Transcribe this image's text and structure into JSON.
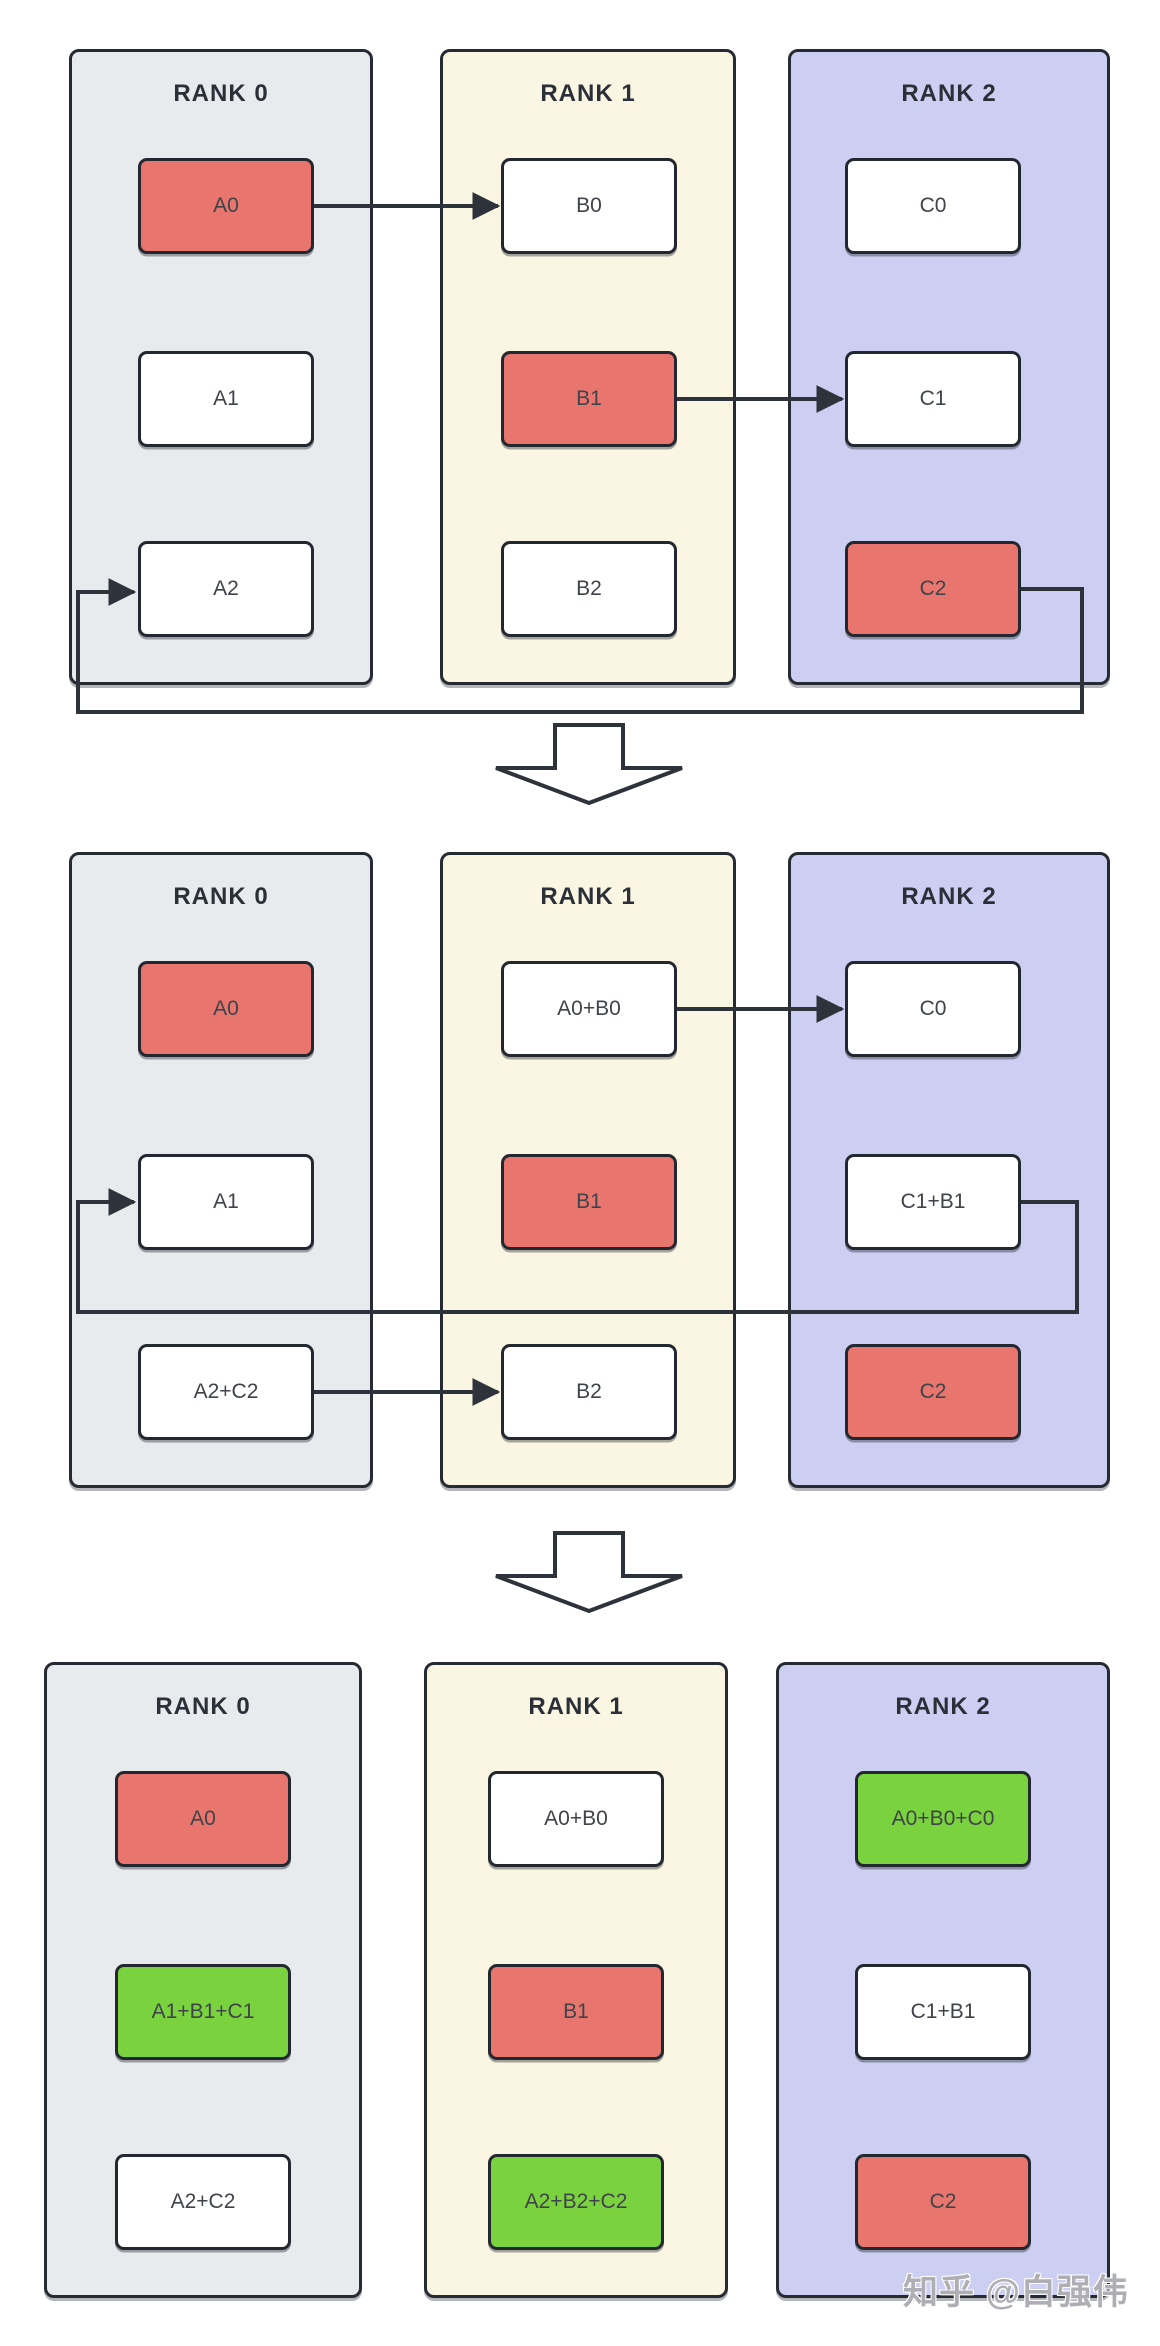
{
  "watermark": {
    "text": "知乎 @白强伟"
  },
  "colors": {
    "rank0_panel_fill": "#e8ebee",
    "rank1_panel_fill": "#faf6e3",
    "rank2_panel_fill": "#cdcff2",
    "chunk_red": "#e8766f",
    "chunk_green": "#7bd23f",
    "chunk_white": "#ffffff",
    "outline_dark": "#262b33"
  },
  "transitions": [
    {
      "icon": "hollow-down-arrow"
    },
    {
      "icon": "hollow-down-arrow"
    }
  ],
  "stages": [
    {
      "panels": [
        {
          "title": "RANK 0",
          "theme": "gray",
          "boxes": [
            {
              "label": "A0",
              "state": "red"
            },
            {
              "label": "A1",
              "state": "white"
            },
            {
              "label": "A2",
              "state": "white"
            }
          ]
        },
        {
          "title": "RANK 1",
          "theme": "cream",
          "boxes": [
            {
              "label": "B0",
              "state": "white"
            },
            {
              "label": "B1",
              "state": "red"
            },
            {
              "label": "B2",
              "state": "white"
            }
          ]
        },
        {
          "title": "RANK 2",
          "theme": "purple",
          "boxes": [
            {
              "label": "C0",
              "state": "white"
            },
            {
              "label": "C1",
              "state": "white"
            },
            {
              "label": "C2",
              "state": "red"
            }
          ]
        }
      ],
      "arrows": [
        {
          "from": "A0",
          "to": "B0"
        },
        {
          "from": "B1",
          "to": "C1"
        },
        {
          "from": "C2",
          "to": "A2",
          "route": "wrap-around-bottom"
        }
      ]
    },
    {
      "panels": [
        {
          "title": "RANK 0",
          "theme": "gray",
          "boxes": [
            {
              "label": "A0",
              "state": "red"
            },
            {
              "label": "A1",
              "state": "white"
            },
            {
              "label": "A2+C2",
              "state": "white"
            }
          ]
        },
        {
          "title": "RANK 1",
          "theme": "cream",
          "boxes": [
            {
              "label": "A0+B0",
              "state": "white"
            },
            {
              "label": "B1",
              "state": "red"
            },
            {
              "label": "B2",
              "state": "white"
            }
          ]
        },
        {
          "title": "RANK 2",
          "theme": "purple",
          "boxes": [
            {
              "label": "C0",
              "state": "white"
            },
            {
              "label": "C1+B1",
              "state": "white"
            },
            {
              "label": "C2",
              "state": "red"
            }
          ]
        }
      ],
      "arrows": [
        {
          "from": "A0+B0",
          "to": "C0"
        },
        {
          "from": "C1+B1",
          "to": "A1",
          "route": "wrap-around-left"
        },
        {
          "from": "A2+C2",
          "to": "B2"
        }
      ]
    },
    {
      "panels": [
        {
          "title": "RANK 0",
          "theme": "gray",
          "boxes": [
            {
              "label": "A0",
              "state": "red"
            },
            {
              "label": "A1+B1+C1",
              "state": "green"
            },
            {
              "label": "A2+C2",
              "state": "white"
            }
          ]
        },
        {
          "title": "RANK 1",
          "theme": "cream",
          "boxes": [
            {
              "label": "A0+B0",
              "state": "white"
            },
            {
              "label": "B1",
              "state": "red"
            },
            {
              "label": "A2+B2+C2",
              "state": "green"
            }
          ]
        },
        {
          "title": "RANK 2",
          "theme": "purple",
          "boxes": [
            {
              "label": "A0+B0+C0",
              "state": "green"
            },
            {
              "label": "C1+B1",
              "state": "white"
            },
            {
              "label": "C2",
              "state": "red"
            }
          ]
        }
      ],
      "arrows": []
    }
  ]
}
